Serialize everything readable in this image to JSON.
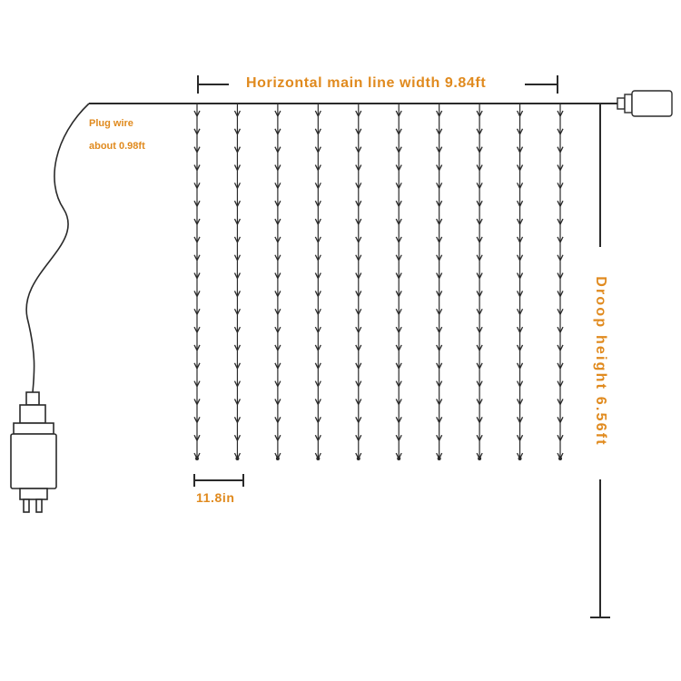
{
  "colors": {
    "accent": "#e08a1e",
    "line": "#2a2a2a",
    "background": "#ffffff"
  },
  "labels": {
    "width": "Horizontal main line width 9.84ft",
    "plug_line1": "Plug wire",
    "plug_line2": "about 0.98ft",
    "spacing": "11.8in",
    "droop": "Droop height 6.56ft"
  },
  "product": {
    "strand_count": 10,
    "bulbs_per_strand": 20
  },
  "icons": {
    "plug": "power-plug-icon",
    "connector": "end-connector-icon"
  }
}
